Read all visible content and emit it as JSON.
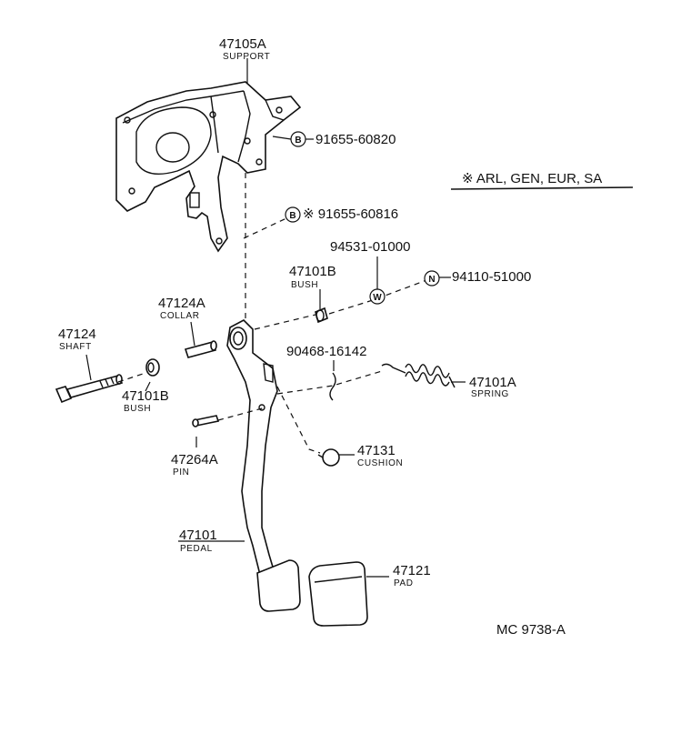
{
  "title_code": "MC 9738-A",
  "region_note": "※ ARL, GEN, EUR, SA",
  "parts": {
    "support": {
      "number": "47105A",
      "name": "SUPPORT"
    },
    "bolt_b1": {
      "marker": "B",
      "number": "91655-60820"
    },
    "bolt_b2": {
      "marker": "B",
      "number": "※ 91655-60816"
    },
    "washer": {
      "marker": "W",
      "number": "94531-01000"
    },
    "nut": {
      "marker": "N",
      "number": "94110-51000"
    },
    "bush_upper": {
      "number": "47101B",
      "name": "BUSH"
    },
    "collar": {
      "number": "47124A",
      "name": "COLLAR"
    },
    "shaft": {
      "number": "47124",
      "name": "SHAFT"
    },
    "bush_lower": {
      "number": "47101B",
      "name": "BUSH"
    },
    "clip": {
      "number": "90468-16142"
    },
    "spring": {
      "number": "47101A",
      "name": "SPRING"
    },
    "pin": {
      "number": "47264A",
      "name": "PIN"
    },
    "cushion": {
      "number": "47131",
      "name": "CUSHION"
    },
    "pedal": {
      "number": "47101",
      "name": "PEDAL"
    },
    "pad": {
      "number": "47121",
      "name": "PAD"
    }
  }
}
